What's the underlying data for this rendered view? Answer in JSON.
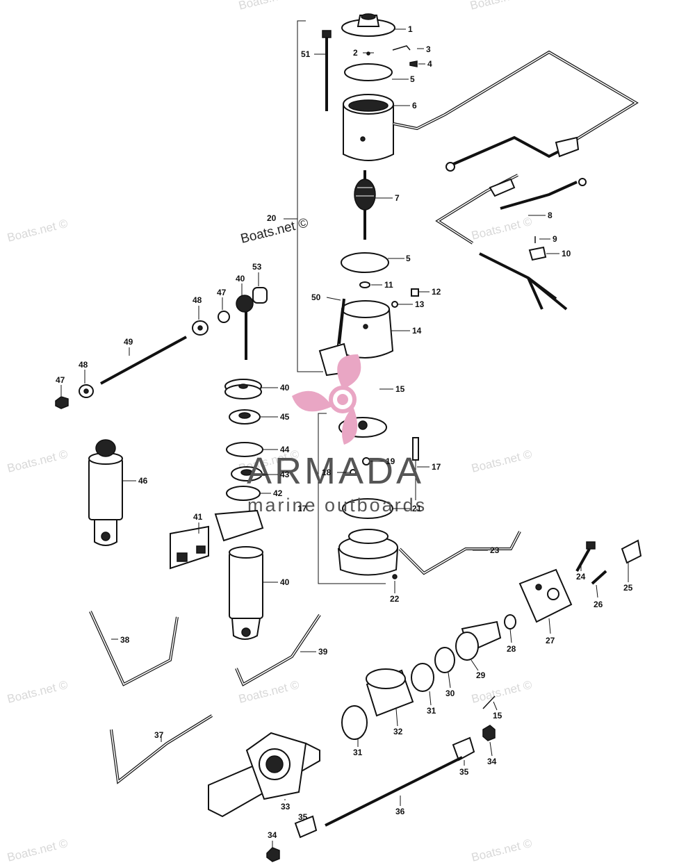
{
  "watermarks": [
    "Boats.net ©",
    "Boats.net ©",
    "Boats.net ©",
    "Boats.net ©",
    "Boats.net ©",
    "Boats.net ©",
    "Boats.net ©",
    "Boats.net ©",
    "Boats.net ©",
    "Boats.net ©",
    "Boats.net ©",
    "Boats.net ©"
  ],
  "center_watermark": "Boats.net ©",
  "logo": {
    "name": "ARMADA",
    "tagline": "marine outboards",
    "accent_color": "#e9a6c4",
    "text_color": "#555555"
  },
  "callouts": [
    "1",
    "2",
    "3",
    "4",
    "5",
    "6",
    "51",
    "7",
    "20",
    "8",
    "9",
    "10",
    "5",
    "11",
    "12",
    "13",
    "50",
    "14",
    "53",
    "40",
    "47",
    "48",
    "49",
    "48",
    "47",
    "40",
    "15",
    "45",
    "44",
    "43",
    "42",
    "46",
    "18",
    "19",
    "17",
    "17",
    "21",
    "41",
    "23",
    "40",
    "22",
    "24",
    "25",
    "26",
    "27",
    "38",
    "28",
    "39",
    "29",
    "30",
    "31",
    "31",
    "32",
    "37",
    "15",
    "34",
    "35",
    "33",
    "36",
    "35",
    "34"
  ]
}
